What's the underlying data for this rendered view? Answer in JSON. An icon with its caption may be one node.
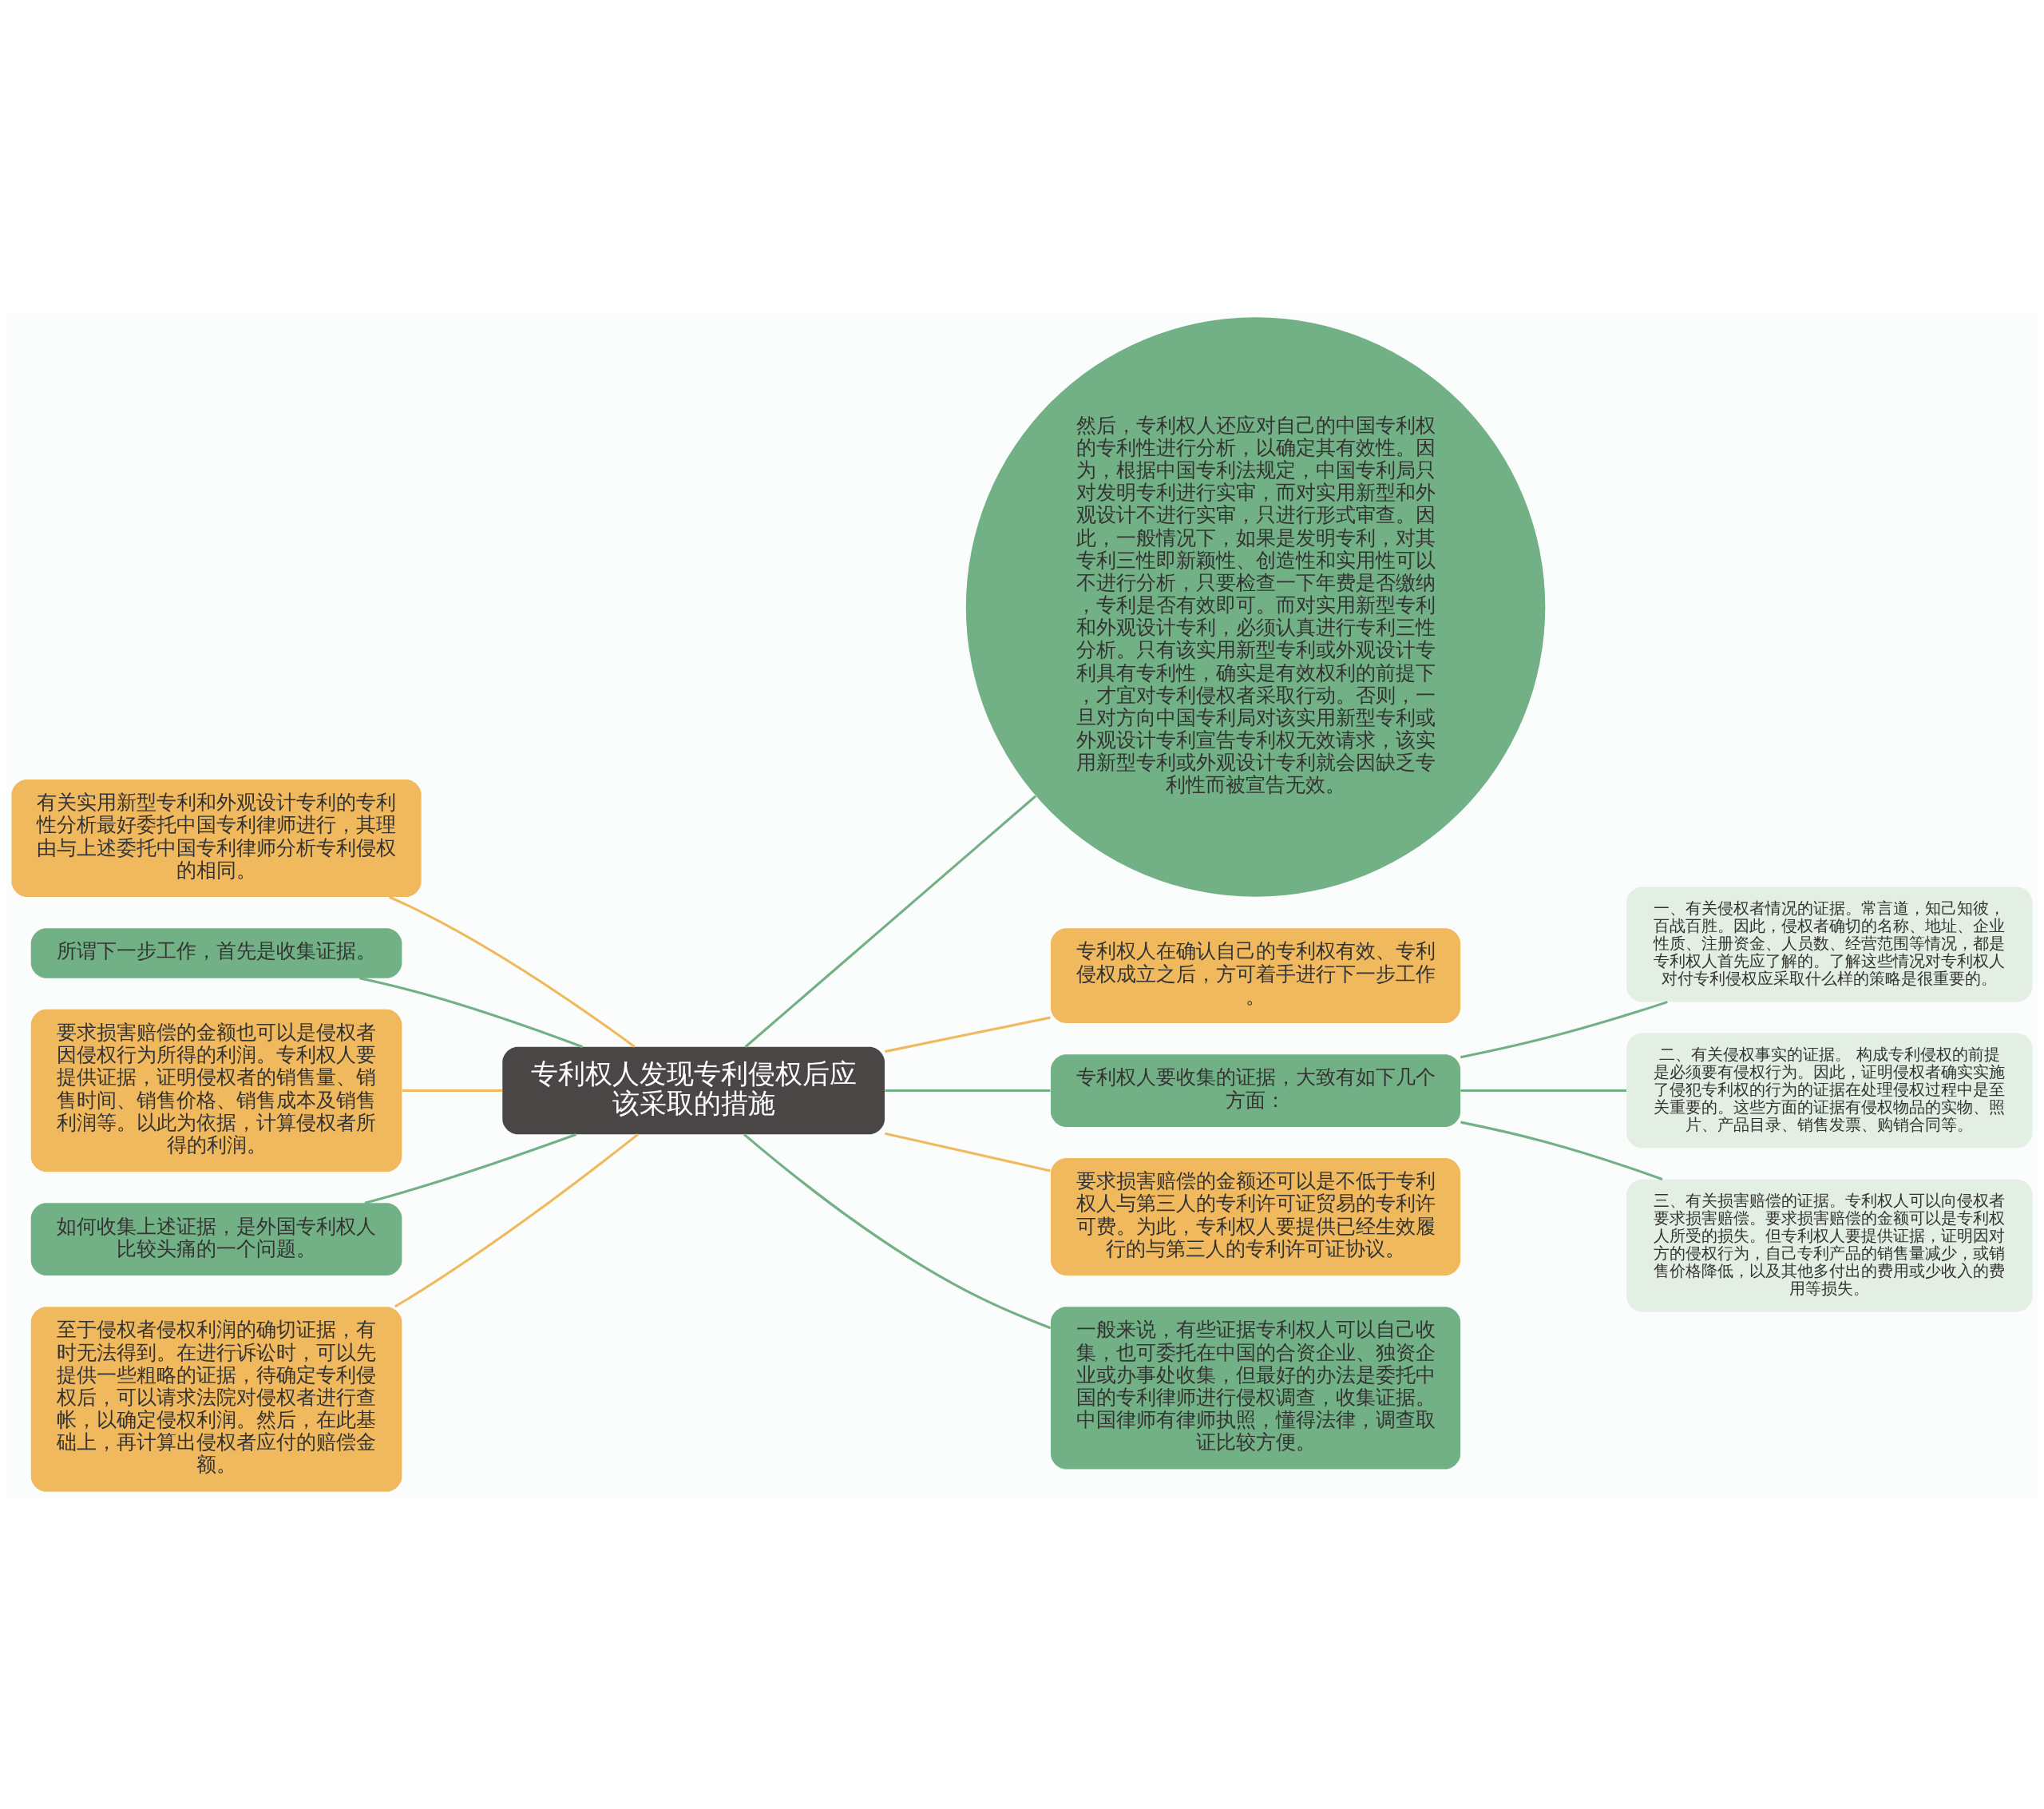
{
  "diagram": {
    "nodes": [
      {
        "text": [
          "专利权人发现专利侵权后应该采取的措施"
        ]
      },
      {
        "text": [
          "然后，专利权人还应对自己的中国专利权的专利性进行分析，以确定其有效性。因为，根据中国专利法规定，中国专利局只对发明专利进行实审，而对实用新型和外观设计不进行实审，只进行形式审查。因此，一般情况下，如果是发明专利，对其专利三性即新颖性、创造性和实用性可以不进行分析，只要检查一下年费是否缴纳，专利是否有效即可。而对实用新型专利和外观设计专利，必须认真进行专利三性分析。只有该实用新型专利或外观设计专利具有专利性，确实是有效权利的前提下，才宜对专利侵权者采取行动。否则，一旦对方向中国专利局对该实用新型专利或外观设计专利宣告专利权无效请求，该实用新型专利或外观设计专利就会因缺乏专利性而被宣告无效。"
        ]
      },
      {
        "text": [
          "专利权人在确认自己的专利权有效、专利侵权成立之后，方可着手进行下一步工作。"
        ]
      },
      {
        "text": [
          "专利权人要收集的证据，大致有如下几个方面："
        ]
      },
      {
        "text": [
          "一、有关侵权者情况的证据。常言道，知己知彼，百战百胜。因此，侵权者确切的名称、地址、企业性质、注册资金、人员数、经营范围等情况，都是专利权人首先应了解的。了解这些情况对专利权人对付专利侵权应采取什么样的策略是很重要的。"
        ]
      },
      {
        "text": [
          "二、有关侵权事实的证据。 构成专利侵权的前提是必须要有侵权行为。因此，证明侵权者确实实施了侵犯专利权的行为的证据在处理侵权过程中是至关重要的。这些方面的证据有侵权物品的实物、照片、产品目录、销售发票、购销合同等。"
        ]
      },
      {
        "text": [
          "三、有关损害赔偿的证据。专利权人可以向侵权者要求损害赔偿。要求损害赔偿的金额可以是专利权人所受的损失。但专利权人要提供证据，证明因对方的侵权行为，自己专利产品的销售量减少，或销售价格降低，以及其他多付出的费用或少收入的费用等损失。"
        ]
      },
      {
        "text": [
          "要求损害赔偿的金额还可以是不低于专利权人与第三人的专利许可证贸易的专利许可费。为此，专利权人要提供已经生效履行的与第三人的专利许可证协议。"
        ]
      },
      {
        "text": [
          "一般来说，有些证据专利权人可以自己收集，也可委托在中国的合资企业、独资企业或办事处收集，但最好的办法是委托中国的专利律师进行侵权调查，收集证据。中国律师有律师执照，懂得法律，调查取证比较方便。"
        ]
      },
      {
        "text": [
          "有关实用新型专利和外观设计专利的专利性分析最好委托中国专利律师进行，其理由与上述委托中国专利律师分析专利侵权的相同。"
        ]
      },
      {
        "text": [
          "所谓下一步工作，首先是收集证据。"
        ]
      },
      {
        "text": [
          "要求损害赔偿的金额也可以是侵权者因侵权行为所得的利润。专利权人要提供证据，证明侵权者的销售量、销售时间、销售价格、销售成本及销售利润等。以此为依据，计算侵权者所得的利润。"
        ]
      },
      {
        "text": [
          "如何收集上述证据，是外国专利权人比较头痛的一个问题。"
        ]
      },
      {
        "text": [
          "至于侵权者侵权利润的确切证据，有时无法得到。在进行诉讼时，可以先提供一些粗略的证据，待确定专利侵权后，可以请求法院对侵权者进行查帐，以确定侵权利润。然后，在此基础上，再计算出侵权者应付的赔偿金额。"
        ]
      }
    ],
    "edges": [
      {
        "from": 0,
        "to": 1,
        "arrow": "none"
      },
      {
        "from": 0,
        "to": 2,
        "arrow": "none",
        "color": "#f0b95e"
      },
      {
        "from": 0,
        "to": 3,
        "arrow": "none"
      },
      {
        "from": 3,
        "to": 4,
        "arrow": "none"
      },
      {
        "from": 3,
        "to": 5,
        "arrow": "none"
      },
      {
        "from": 3,
        "to": 6,
        "arrow": "none"
      },
      {
        "from": 0,
        "to": 7,
        "arrow": "none",
        "color": "#f0b95e"
      },
      {
        "from": 0,
        "to": 8,
        "arrow": "none"
      },
      {
        "from": 0,
        "to": 9,
        "arrow": "none",
        "color": "#f0b95e"
      },
      {
        "from": 0,
        "to": 10,
        "arrow": "none"
      },
      {
        "from": 0,
        "to": 11,
        "arrow": "none",
        "color": "#f0b95e"
      },
      {
        "from": 0,
        "to": 12,
        "arrow": "none"
      },
      {
        "from": 0,
        "to": 13,
        "arrow": "none",
        "color": "#f0b95e"
      }
    ]
  }
}
